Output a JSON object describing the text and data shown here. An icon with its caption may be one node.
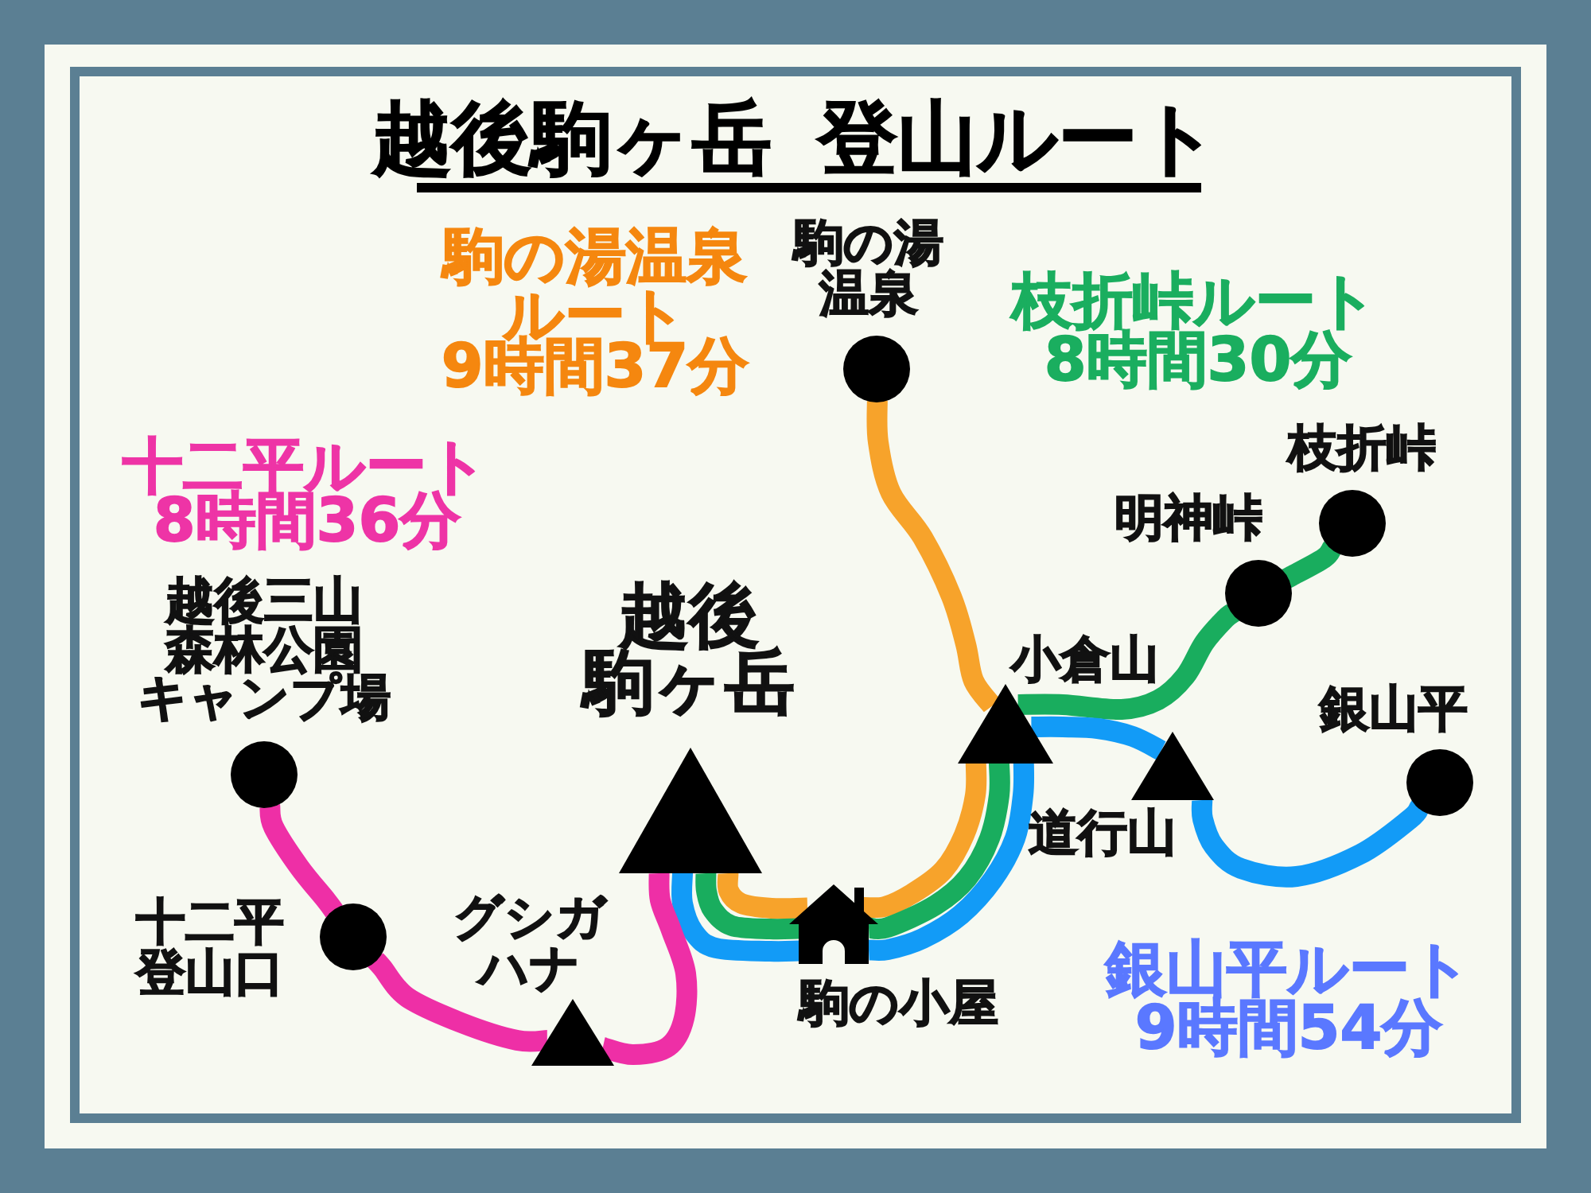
{
  "diagram": {
    "title": "越後駒ヶ岳 登山ルート",
    "nodes": [
      {
        "text": [],
        "shape": "circle",
        "beside": [
          "駒の湯温泉"
        ]
      },
      {
        "text": [],
        "shape": "circle",
        "beside": [
          "枝折峠"
        ]
      },
      {
        "text": [],
        "shape": "circle",
        "beside": [
          "明神峠"
        ]
      },
      {
        "text": [],
        "shape": "circle",
        "beside": [
          "越後三山森林公園キャンプ場"
        ]
      },
      {
        "text": [],
        "shape": "triangle",
        "beside": [
          "越後駒ヶ岳"
        ]
      },
      {
        "text": [],
        "shape": "triangle",
        "beside": [
          "小倉山"
        ]
      },
      {
        "text": [],
        "shape": "circle",
        "beside": [
          "銀山平"
        ]
      },
      {
        "text": [],
        "shape": "triangle",
        "beside": [
          "道行山"
        ]
      },
      {
        "text": [],
        "shape": "circle",
        "beside": [
          "十二平登山口"
        ]
      },
      {
        "text": [],
        "shape": "triangle",
        "beside": [
          "グシガハナ"
        ]
      },
      {
        "text": [],
        "shape": "house",
        "beside": [
          "駒の小屋"
        ]
      }
    ],
    "edges": [
      {
        "from": 0,
        "to": 5,
        "arrow": "none",
        "color": "#f7a32b"
      },
      {
        "from": 5,
        "to": 10,
        "arrow": "none",
        "color": "#f7a32b"
      },
      {
        "from": 10,
        "to": 4,
        "arrow": "none",
        "color": "#f7a32b"
      },
      {
        "from": 1,
        "to": 2,
        "arrow": "none",
        "color": "#19ad5e"
      },
      {
        "from": 2,
        "to": 5,
        "arrow": "none",
        "color": "#19ad5e"
      },
      {
        "from": 5,
        "to": 10,
        "arrow": "none",
        "color": "#19ad5e"
      },
      {
        "from": 10,
        "to": 4,
        "arrow": "none",
        "color": "#19ad5e"
      },
      {
        "from": 6,
        "to": 7,
        "arrow": "none",
        "color": "#129bf7"
      },
      {
        "from": 7,
        "to": 5,
        "arrow": "none",
        "color": "#129bf7"
      },
      {
        "from": 5,
        "to": 10,
        "arrow": "none",
        "color": "#129bf7"
      },
      {
        "from": 10,
        "to": 4,
        "arrow": "none",
        "color": "#129bf7"
      },
      {
        "from": 3,
        "to": 8,
        "arrow": "none",
        "color": "#ee2fa6"
      },
      {
        "from": 8,
        "to": 9,
        "arrow": "none",
        "color": "#ee2fa6"
      },
      {
        "from": 9,
        "to": 4,
        "arrow": "none",
        "color": "#ee2fa6"
      }
    ],
    "labels": [
      "駒の湯温泉ルート",
      "9時間37分",
      "枝折峠ルート",
      "8時間30分",
      "十二平ルート",
      "8時間36分",
      "銀山平ルート",
      "9時間54分"
    ]
  }
}
